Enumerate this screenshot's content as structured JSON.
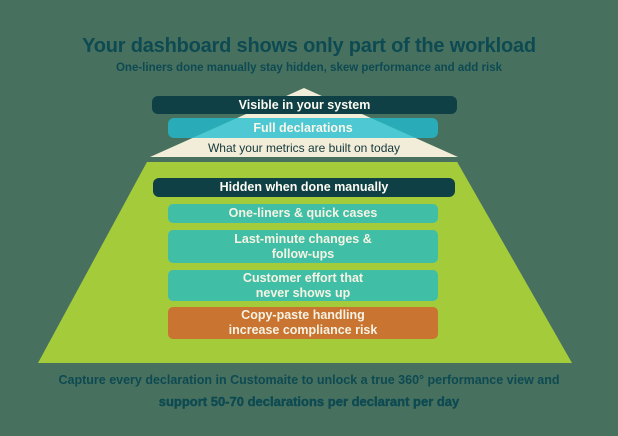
{
  "colors": {
    "background": "#48705f",
    "heading_text": "#0d4a52",
    "dark_bar": "#0e4046",
    "cyan_bar": "#20bed1",
    "teal_bar": "#41bfa6",
    "orange_bar": "#c97430",
    "pyramid_green": "#a3cb3a",
    "pyramid_cream": "#f1edd8",
    "bar_text": "#f6f3e4"
  },
  "header": {
    "title": "Your dashboard shows only part of the workload",
    "subtitle": "One-liners done manually stay hidden, skew performance and add risk"
  },
  "visible_section": {
    "system_bar_label": "Visible in your system",
    "declarations_bar_label": "Full declarations",
    "caption": "What your metrics are built on today"
  },
  "hidden_section": {
    "header_bar_label": "Hidden when done manually",
    "layers": [
      {
        "label": "One-liners & quick cases",
        "color": "#41bfa6"
      },
      {
        "label": "Last-minute changes &\nfollow-ups",
        "color": "#41bfa6"
      },
      {
        "label": "Customer effort that\nnever shows up",
        "color": "#41bfa6"
      },
      {
        "label": "Copy-paste handling\nincrease compliance risk",
        "color": "#c97430"
      }
    ]
  },
  "footer": {
    "line1": "Capture every declaration in Customaite to unlock a true 360° performance view and",
    "line2": "support 50-70 declarations per declarant per day"
  }
}
